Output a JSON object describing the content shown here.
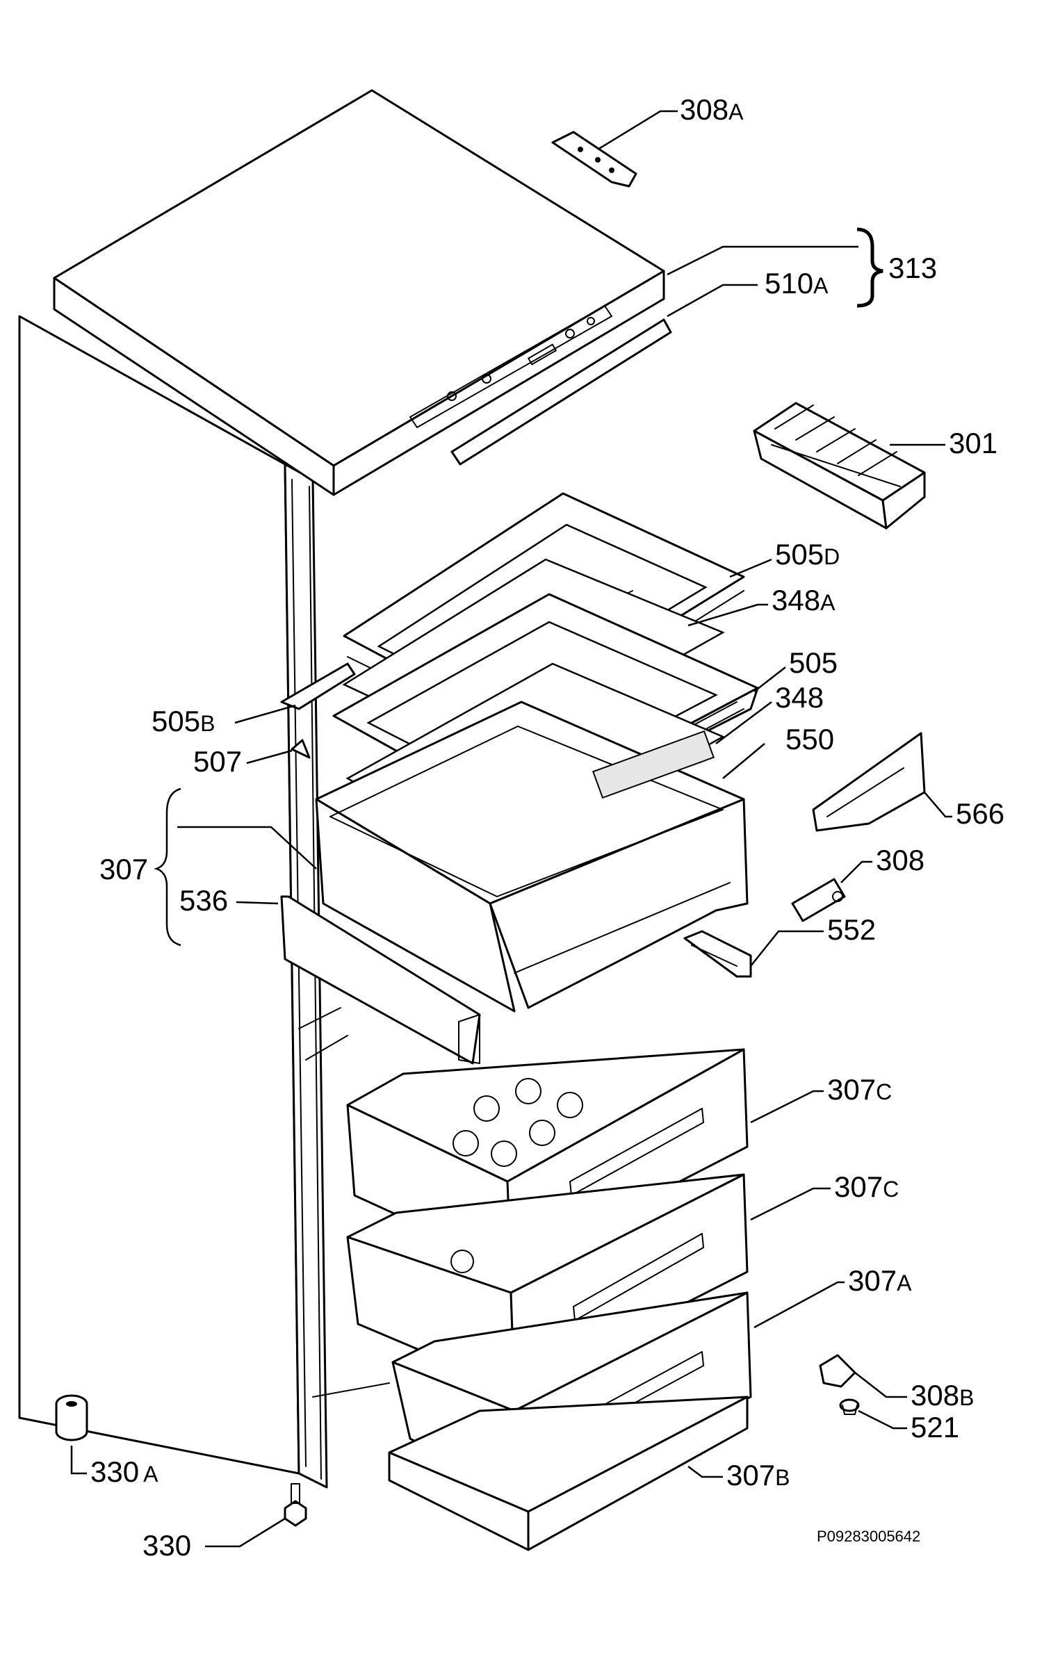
{
  "diagram": {
    "labels": {
      "l308a": "308",
      "l308a_s": "A",
      "l313": "313",
      "l510a": "510",
      "l510a_s": "A",
      "l301": "301",
      "l505d": "505",
      "l505d_s": "D",
      "l348a": "348",
      "l348a_s": "A",
      "l505": "505",
      "l348": "348",
      "l505b": "505",
      "l505b_s": "B",
      "l550": "550",
      "l507": "507",
      "l566": "566",
      "l307": "307",
      "l308": "308",
      "l536": "536",
      "l552": "552",
      "l307c1": "307",
      "l307c1_s": "C",
      "l307c2": "307",
      "l307c2_s": "C",
      "l307a": "307",
      "l307a_s": "A",
      "l308b": "308",
      "l308b_s": "B",
      "l521": "521",
      "l330a": "330",
      "l330a_s": "A",
      "l307b": "307",
      "l307b_s": "B",
      "l330": "330"
    },
    "reference_code": "P09283005642"
  }
}
